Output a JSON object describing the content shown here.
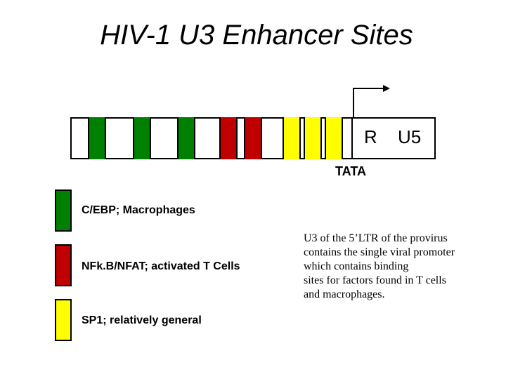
{
  "title": "HIV-1 U3 Enhancer Sites",
  "colors": {
    "cebp": "#008000",
    "nfkb": "#c00000",
    "sp1": "#ffff00",
    "outline": "#000000"
  },
  "ltr": {
    "sites": [
      {
        "type": "C/EBP",
        "color": "#008000"
      },
      {
        "type": "C/EBP",
        "color": "#008000"
      },
      {
        "type": "C/EBP",
        "color": "#008000"
      },
      {
        "type": "NFkB",
        "color": "#c00000"
      },
      {
        "type": "NFkB",
        "color": "#c00000"
      },
      {
        "type": "SP1",
        "color": "#ffff00"
      },
      {
        "type": "SP1",
        "color": "#ffff00"
      },
      {
        "type": "SP1",
        "color": "#ffff00"
      }
    ],
    "r_label": "R",
    "u5_label": "U5",
    "tata_label": "TATA"
  },
  "legend": [
    {
      "label": "C/EBP; Macrophages",
      "color": "#008000"
    },
    {
      "label": "NFk.B/NFAT; activated T Cells",
      "color": "#c00000"
    },
    {
      "label": "SP1; relatively general",
      "color": "#ffff00"
    }
  ],
  "note": {
    "lines": [
      "U3 of the 5’LTR of the provirus",
      "contains the single viral promoter",
      "which contains binding",
      "sites for factors found in T cells",
      "and macrophages."
    ]
  }
}
